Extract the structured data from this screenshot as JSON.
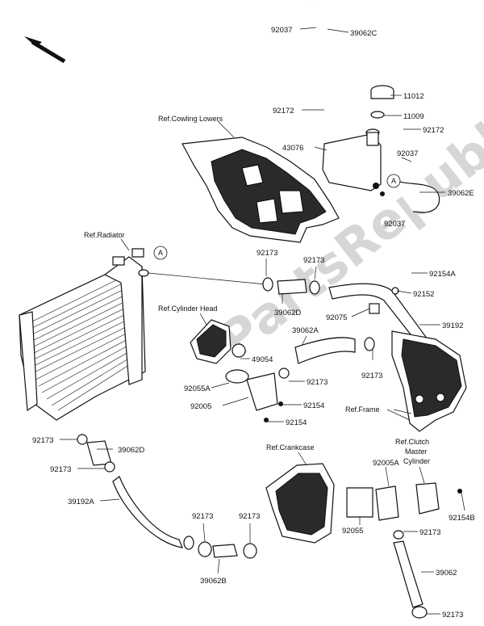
{
  "watermark": "PartsRepublik",
  "callout_ref": "A",
  "references": {
    "cowling": "Ref.Cowling Lowers",
    "radiator": "Ref.Radiator",
    "cylinder_head": "Ref.Cylinder Head",
    "frame": "Ref.Frame",
    "crankcase": "Ref.Crankcase",
    "clutch_line1": "Ref.Clutch",
    "clutch_line2": "Master",
    "clutch_line3": "Cylinder"
  },
  "part_labels": {
    "l92037_top": "92037",
    "l39062C": "39062C",
    "l11012": "11012",
    "l11009": "11009",
    "l92172_a": "92172",
    "l92172_b": "92172",
    "l43076": "43076",
    "l92037_mid": "92037",
    "l39062E": "39062E",
    "l92037_low": "92037",
    "l92173_a": "92173",
    "l92173_b": "92173",
    "l39062D_a": "39062D",
    "l92154A": "92154A",
    "l92152": "92152",
    "l92075": "92075",
    "l39192": "39192",
    "l39062A": "39062A",
    "l49054": "49054",
    "l92055A": "92055A",
    "l92173_c": "92173",
    "l92173_d": "92173",
    "l92005": "92005",
    "l92154_a": "92154",
    "l92154_b": "92154",
    "l92173_e": "92173",
    "l39062D_b": "39062D",
    "l92173_f": "92173",
    "l39192A": "39192A",
    "l92005A": "92005A",
    "l92154B": "92154B",
    "l92055": "92055",
    "l92173_g": "92173",
    "l92173_h": "92173",
    "l92173_i": "92173",
    "l39062B": "39062B",
    "l39062": "39062",
    "l92173_j": "92173"
  }
}
